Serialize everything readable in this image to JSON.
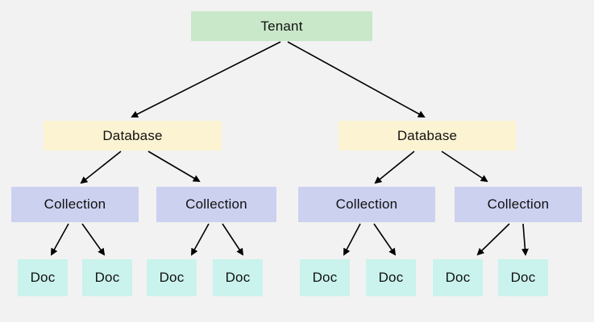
{
  "diagram": {
    "type": "tree",
    "description": "Tenant to Database to Collection to Doc hierarchy",
    "colors": {
      "background": "#f2f2f2",
      "tenant_fill": "#c9e7c9",
      "database_fill": "#fcf3d2",
      "collection_fill": "#ccd1f0",
      "doc_fill": "#c9f3ec",
      "arrow": "#000000",
      "text": "#111111"
    },
    "nodes": {
      "tenant": {
        "label": "Tenant"
      },
      "db1": {
        "label": "Database"
      },
      "db2": {
        "label": "Database"
      },
      "col1": {
        "label": "Collection"
      },
      "col2": {
        "label": "Collection"
      },
      "col3": {
        "label": "Collection"
      },
      "col4": {
        "label": "Collection"
      },
      "doc1": {
        "label": "Doc"
      },
      "doc2": {
        "label": "Doc"
      },
      "doc3": {
        "label": "Doc"
      },
      "doc4": {
        "label": "Doc"
      },
      "doc5": {
        "label": "Doc"
      },
      "doc6": {
        "label": "Doc"
      },
      "doc7": {
        "label": "Doc"
      },
      "doc8": {
        "label": "Doc"
      }
    },
    "edges": [
      [
        "tenant",
        "db1"
      ],
      [
        "tenant",
        "db2"
      ],
      [
        "db1",
        "col1"
      ],
      [
        "db1",
        "col2"
      ],
      [
        "db2",
        "col3"
      ],
      [
        "db2",
        "col4"
      ],
      [
        "col1",
        "doc1"
      ],
      [
        "col1",
        "doc2"
      ],
      [
        "col2",
        "doc3"
      ],
      [
        "col2",
        "doc4"
      ],
      [
        "col3",
        "doc5"
      ],
      [
        "col3",
        "doc6"
      ],
      [
        "col4",
        "doc7"
      ],
      [
        "col4",
        "doc8"
      ]
    ]
  }
}
